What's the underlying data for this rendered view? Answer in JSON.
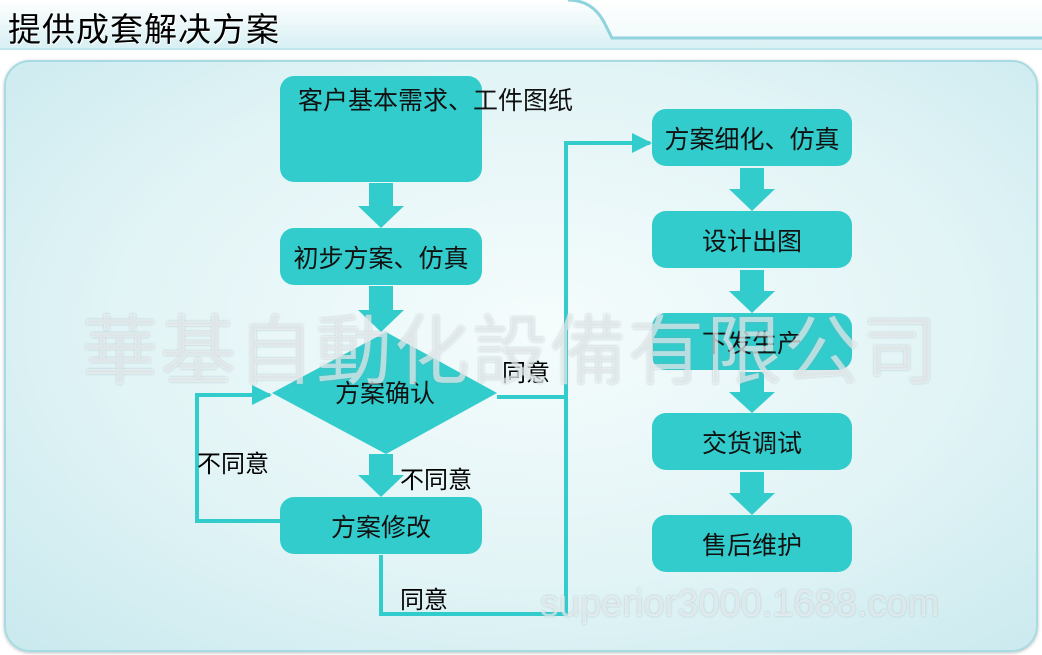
{
  "title": "提供成套解决方案",
  "colors": {
    "node_fill": "#33cccc",
    "connector": "#33cccc",
    "panel_background": "#e2f4f6",
    "header_accent": "#8fd3dc",
    "text": "#111111"
  },
  "nodes": {
    "requirements": {
      "line1": "客户基本需求、",
      "line2": "工件图纸"
    },
    "preliminary": "初步方案、仿真",
    "confirm": "方案确认",
    "modify": "方案修改",
    "refine": "方案细化、仿真",
    "design": "设计出图",
    "production": "下发生产",
    "commission": "交货调试",
    "maintenance": "售后维护"
  },
  "edge_labels": {
    "confirm_to_refine": "同意",
    "modify_to_confirm": "不同意",
    "confirm_to_modify": "不同意",
    "modify_to_refine": "同意"
  },
  "watermarks": {
    "company": "華基自動化設備有限公司",
    "url": "superior3000.1688.com"
  }
}
